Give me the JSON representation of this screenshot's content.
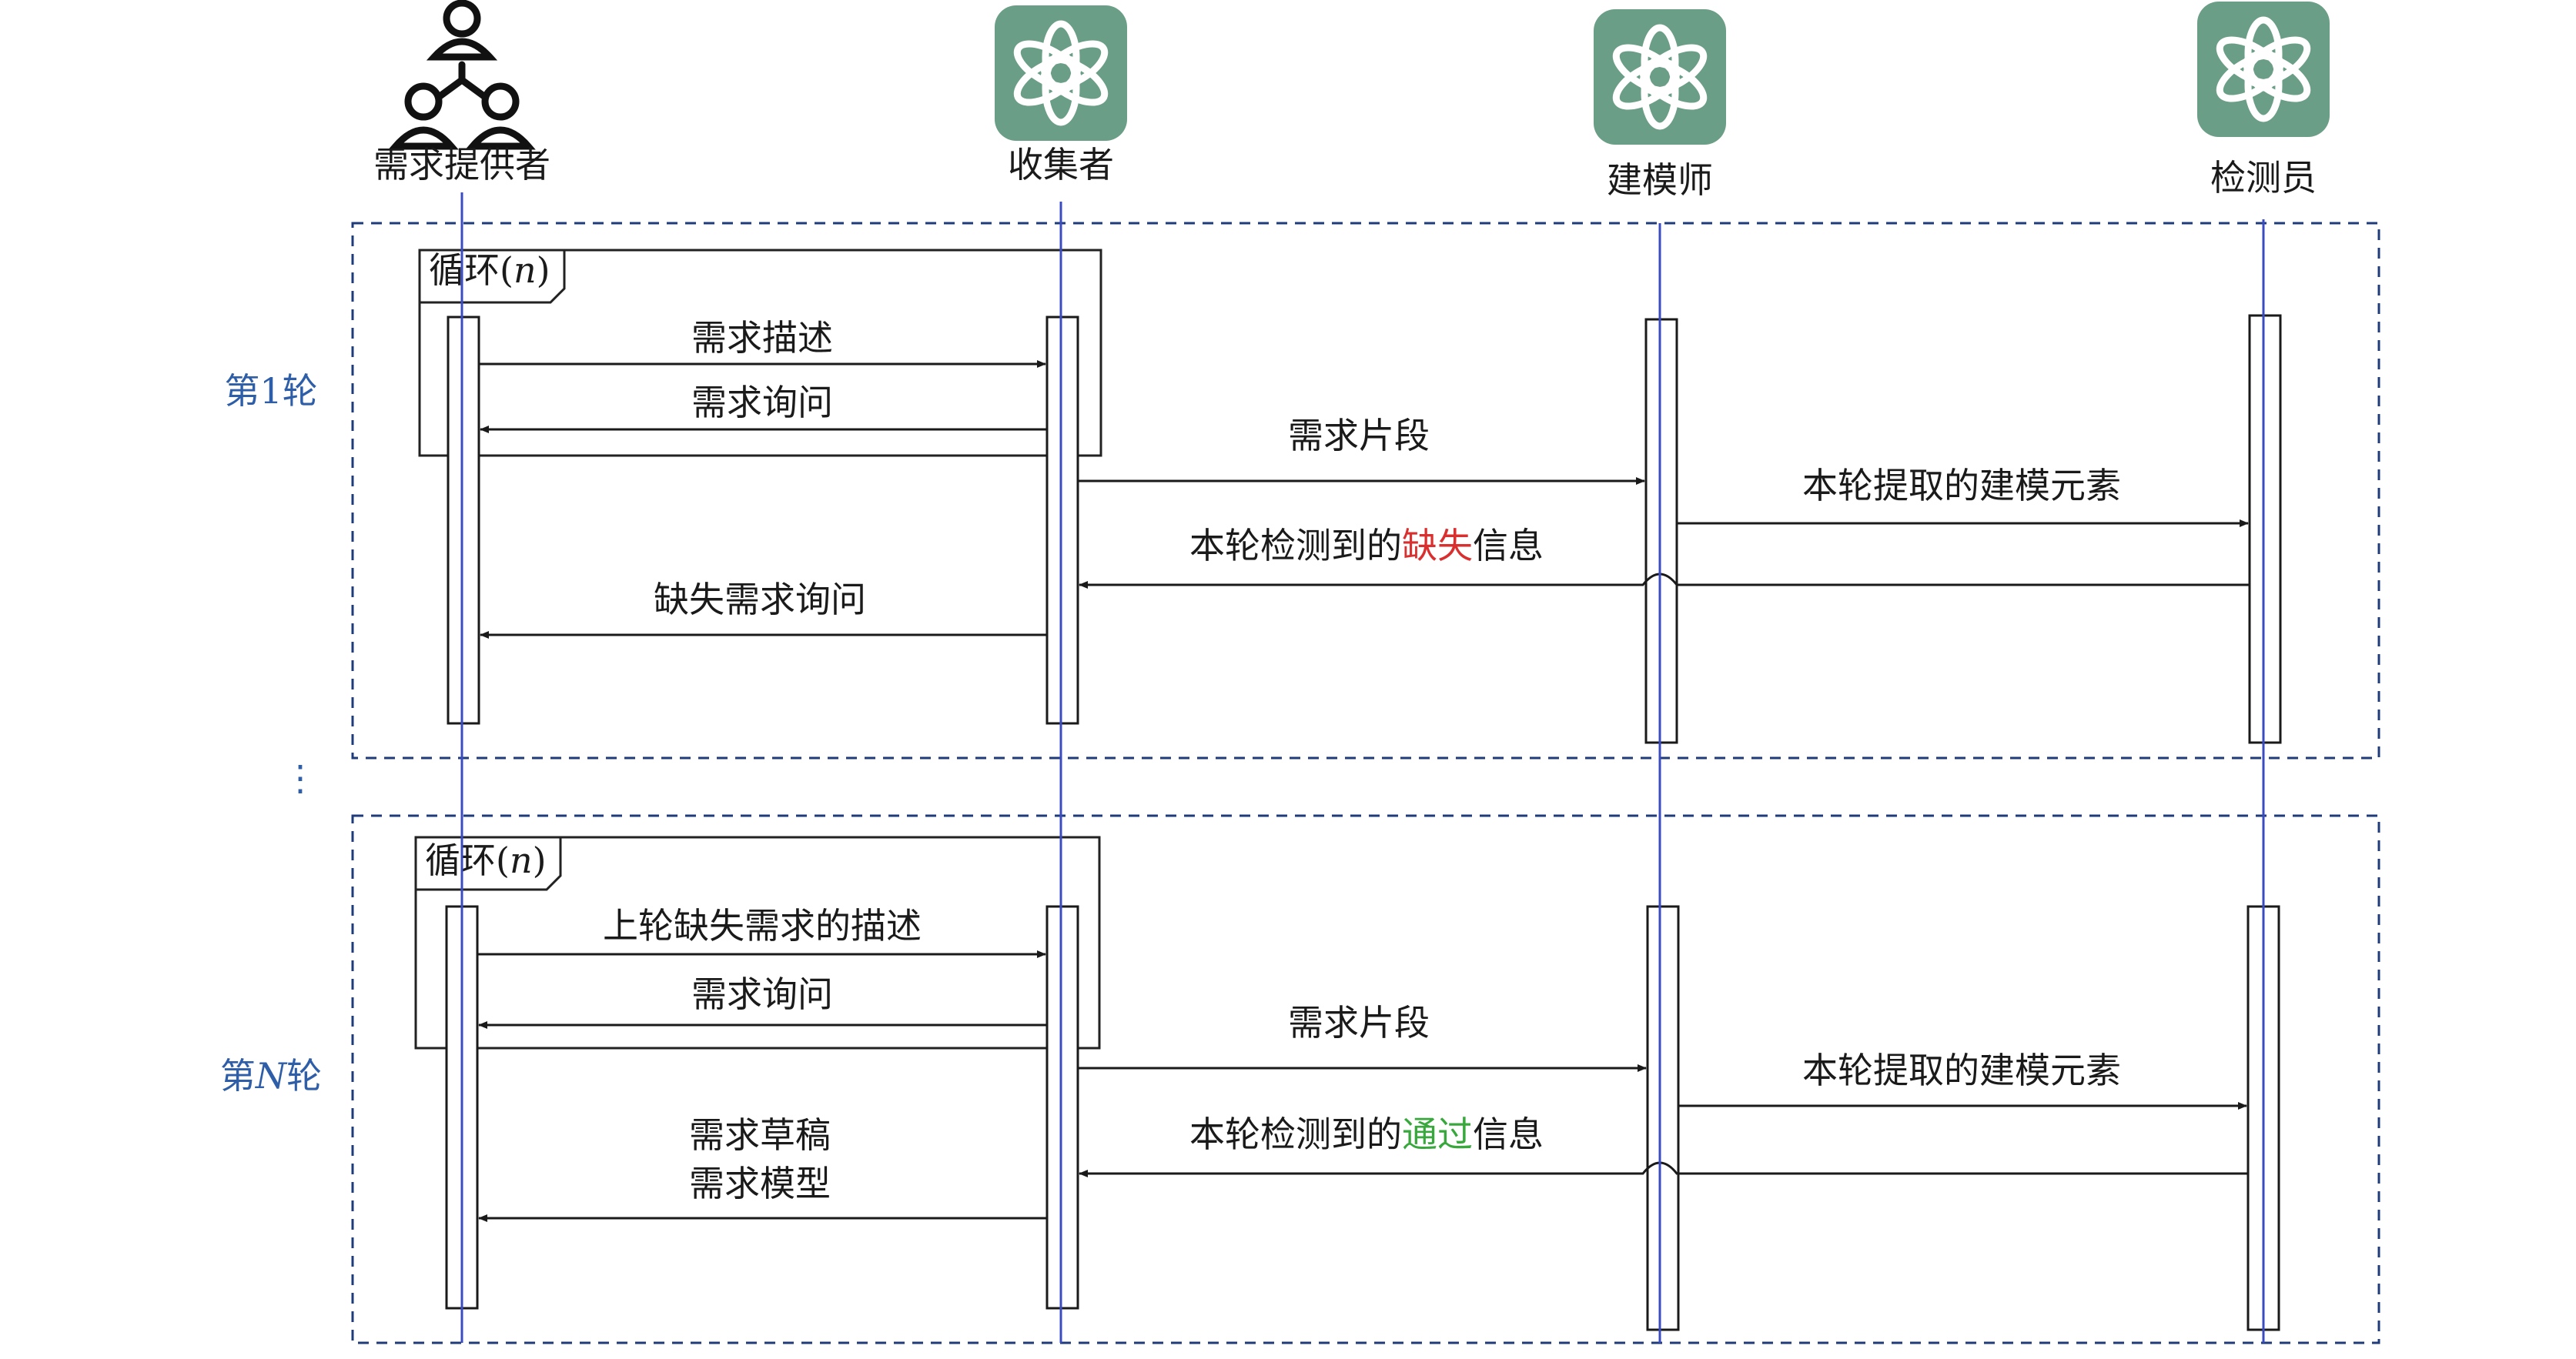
{
  "colors": {
    "lifeline": "#3b4cc0",
    "frame_dash": "#1f3b7a",
    "round_label": "#2f5ea8",
    "message_line": "#1a1a1a",
    "icon_bg": "#6b9e86",
    "miss_highlight": "#d9302f",
    "pass_highlight": "#38a83c"
  },
  "participants": [
    {
      "id": "provider",
      "label": "需求提供者",
      "icon": "team-people-icon"
    },
    {
      "id": "collector",
      "label": "收集者",
      "icon": "openai-logo-icon"
    },
    {
      "id": "modeler",
      "label": "建模师",
      "icon": "openai-logo-icon"
    },
    {
      "id": "inspector",
      "label": "检测员",
      "icon": "openai-logo-icon"
    }
  ],
  "loop_label_prefix": "循环(",
  "loop_label_var": "n",
  "loop_label_suffix": ")",
  "ellipsis": "⋮",
  "rounds": [
    {
      "label_prefix": "第",
      "label_var": "1",
      "label_suffix": "轮",
      "var_italic": false,
      "loop_messages": [
        {
          "text": "需求描述",
          "from": "provider",
          "to": "collector"
        },
        {
          "text": "需求询问",
          "from": "collector",
          "to": "provider"
        }
      ],
      "segment_msg": "需求片段",
      "extract_msg": "本轮提取的建模元素",
      "detect_msg": {
        "before": "本轮检测到的",
        "highlight": "缺失",
        "after": "信息",
        "highlight_color": "miss"
      },
      "final_msg_lines": [
        "缺失需求询问"
      ]
    },
    {
      "label_prefix": "第",
      "label_var": "N",
      "label_suffix": "轮",
      "var_italic": true,
      "loop_messages": [
        {
          "text": "上轮缺失需求的描述",
          "from": "provider",
          "to": "collector"
        },
        {
          "text": "需求询问",
          "from": "collector",
          "to": "provider"
        }
      ],
      "segment_msg": "需求片段",
      "extract_msg": "本轮提取的建模元素",
      "detect_msg": {
        "before": "本轮检测到的",
        "highlight": "通过",
        "after": "信息",
        "highlight_color": "pass"
      },
      "final_msg_lines": [
        "需求草稿",
        "需求模型"
      ]
    }
  ]
}
